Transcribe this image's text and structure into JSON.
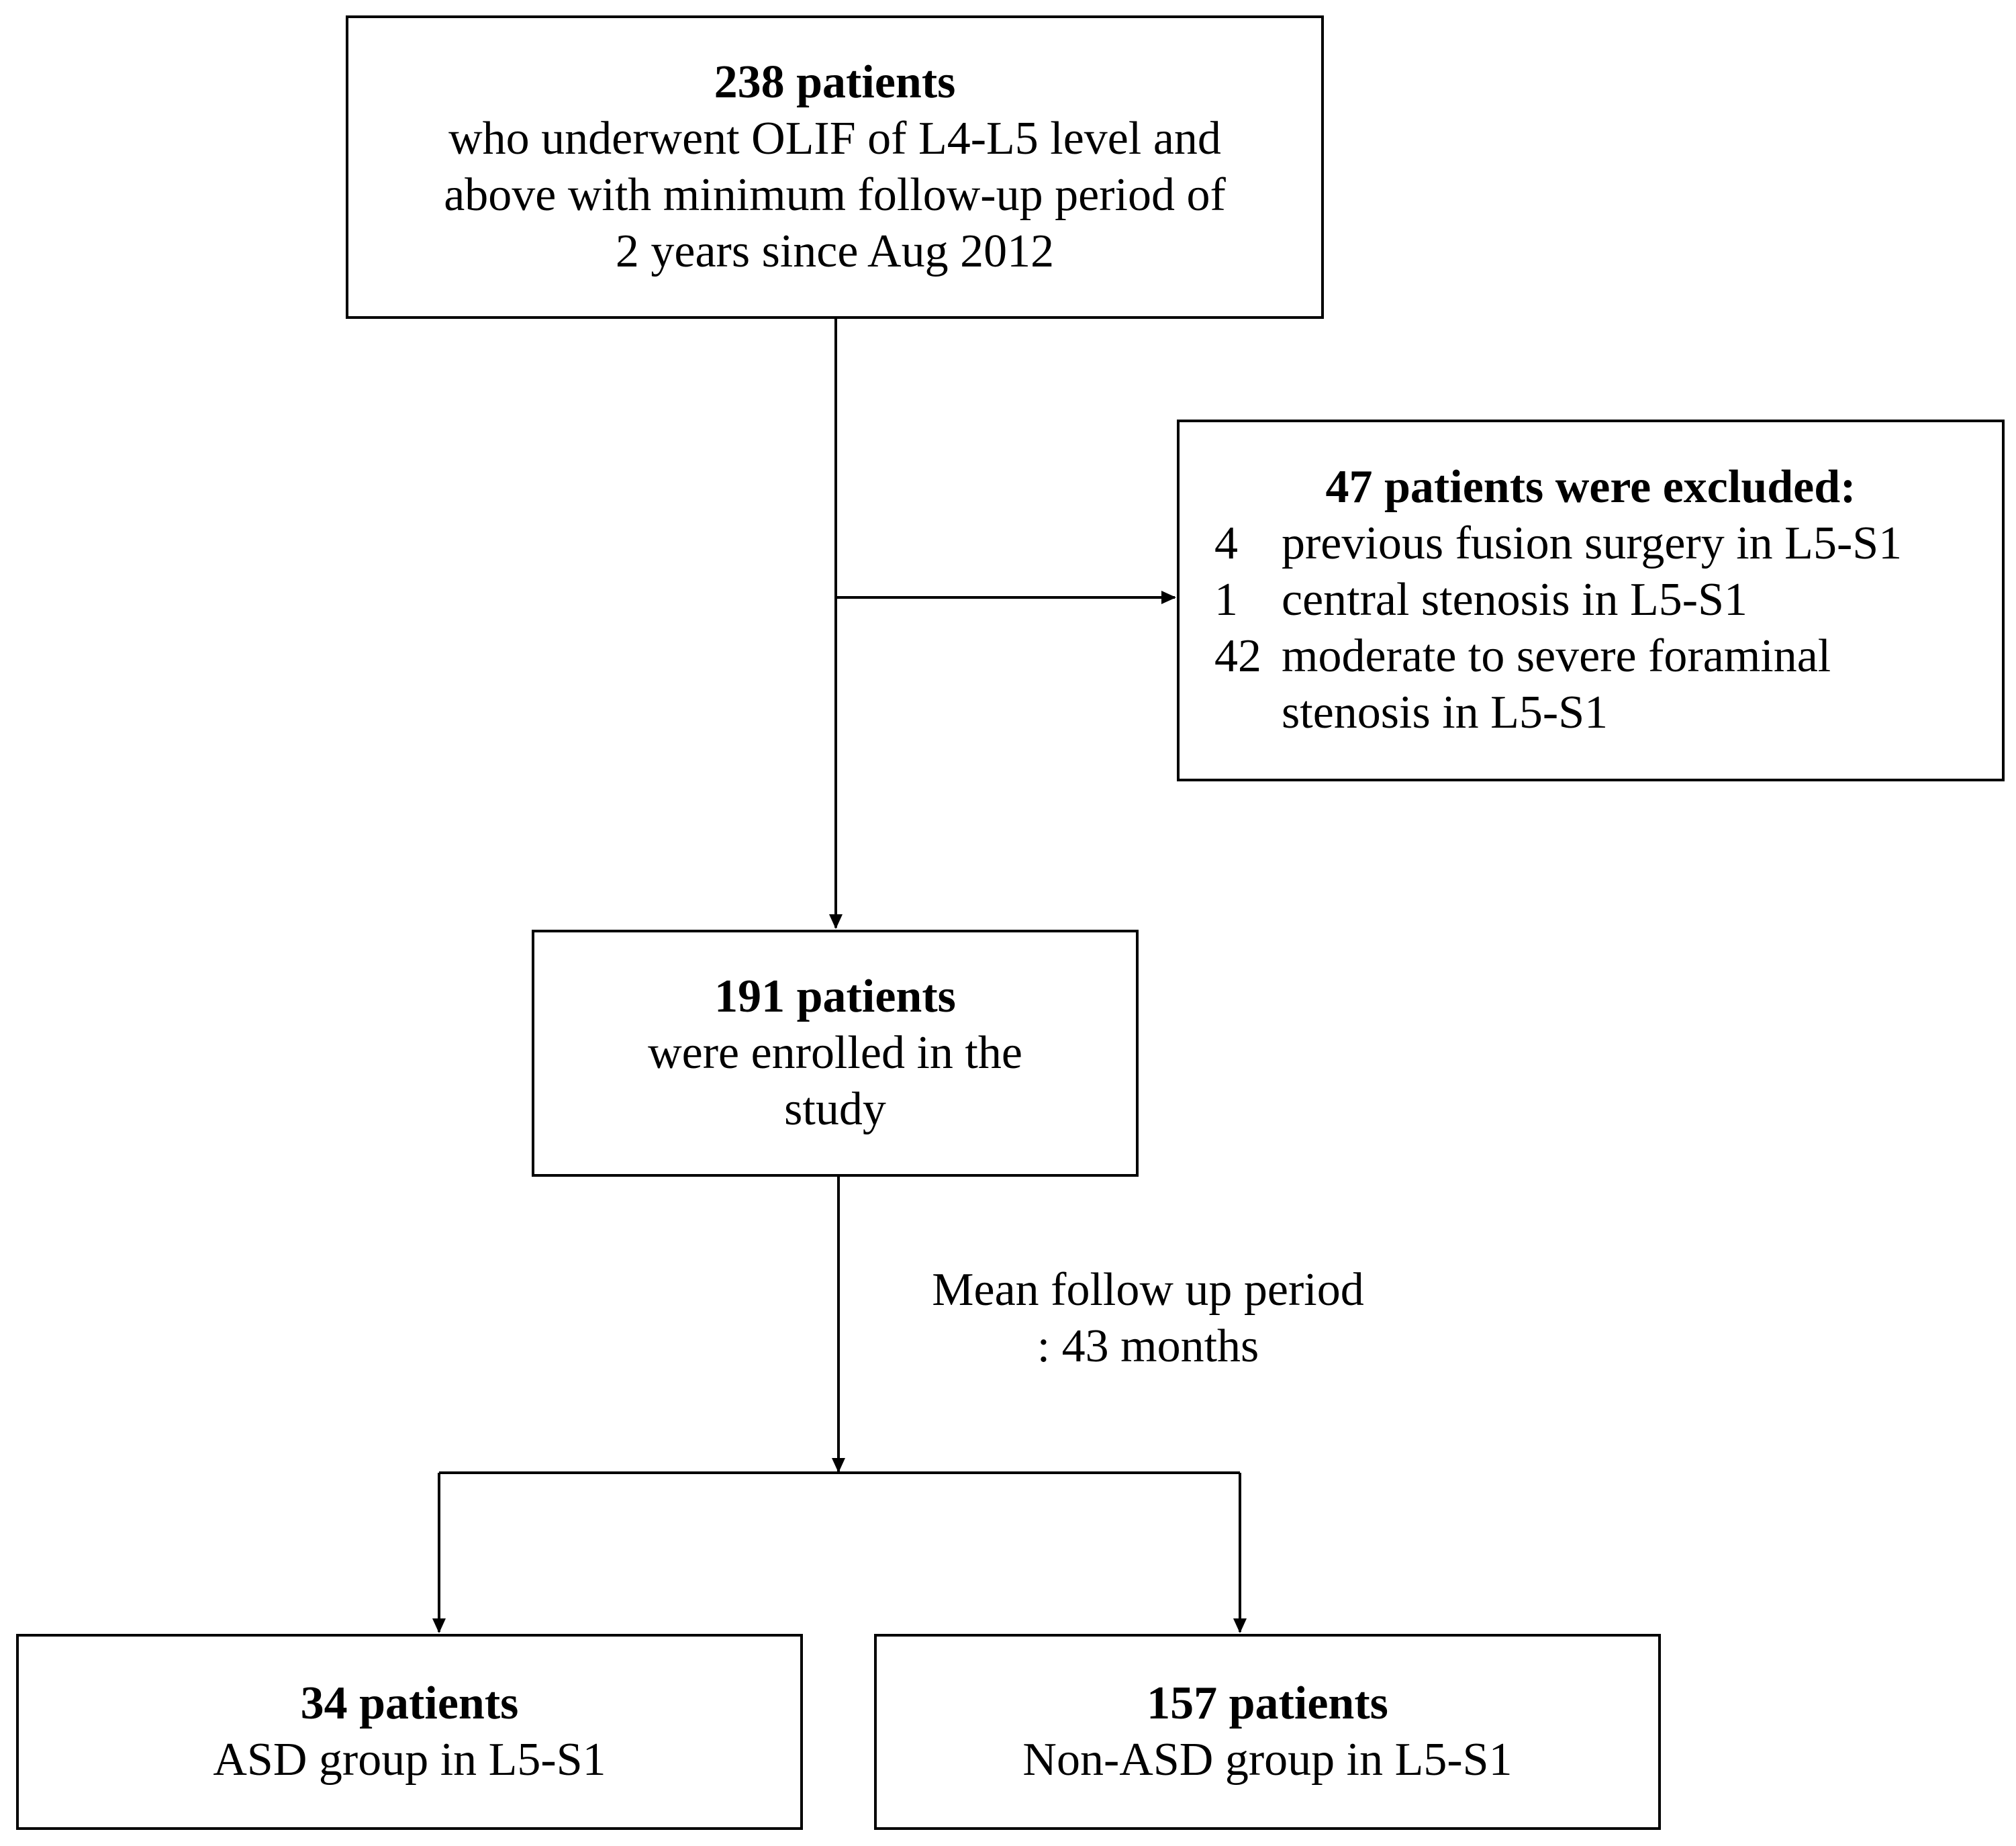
{
  "top_box": {
    "head": "238 patients",
    "lines": [
      "who underwent OLIF of L4-L5 level and",
      "above with minimum follow-up period of",
      "2 years since Aug 2012"
    ]
  },
  "excluded_box": {
    "head": "47 patients were excluded:",
    "items": [
      {
        "num": "4",
        "text": "previous fusion surgery in L5-S1"
      },
      {
        "num": "1",
        "text": "central stenosis in L5-S1"
      },
      {
        "num": "42",
        "text": "moderate to severe foraminal",
        "continuation": "stenosis in L5-S1"
      }
    ]
  },
  "enrolled_box": {
    "head": "191 patients",
    "lines": [
      "were enrolled in the",
      "study"
    ]
  },
  "followup": {
    "lines": [
      "Mean follow up period",
      ": 43 months"
    ]
  },
  "asd_box": {
    "head": "34 patients",
    "line": "ASD group in L5-S1"
  },
  "non_asd_box": {
    "head": "157 patients",
    "line": "Non-ASD group in L5-S1"
  }
}
